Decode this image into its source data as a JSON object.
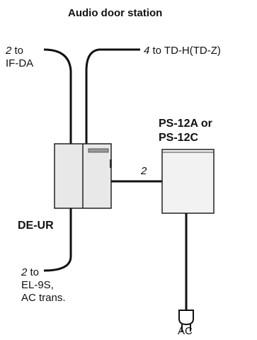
{
  "title": "Audio door station",
  "wires": {
    "top_left": {
      "count": "2",
      "to": "to",
      "dest": "IF-DA"
    },
    "top_right": {
      "count": "4",
      "label": "to TD-H(TD-Z)"
    },
    "bottom_left": {
      "count": "2",
      "to": "to",
      "dest1": "EL-9S,",
      "dest2": "AC trans."
    },
    "connection": {
      "count": "2"
    }
  },
  "devices": {
    "door_station": {
      "name": "DE-UR"
    },
    "power_supply": {
      "line1": "PS-12A or",
      "line2": "PS-12C"
    }
  },
  "plug": {
    "label": "AC"
  }
}
